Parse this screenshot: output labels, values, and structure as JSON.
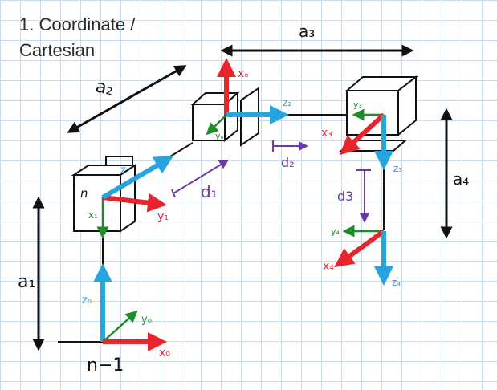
{
  "title": {
    "line1": "1. Coordinate /",
    "line2": "Cartesian"
  },
  "labels": {
    "a1": "a₁",
    "a2": "a₂",
    "a3": "a₃",
    "a4": "a₄",
    "d1": "d₁",
    "d2": "d₂",
    "d3": "d3",
    "n": "n",
    "n_minus_1": "n−1",
    "x0": "x₀",
    "y0": "y₀",
    "z0": "z₀",
    "x1": "x₁",
    "y1": "y₁",
    "z1": "z₁",
    "ye": "yₑ",
    "ze": "z₂",
    "xe": "xₑ",
    "x3": "x₃",
    "y3": "y₃",
    "z3": "z₃",
    "x4": "x₄",
    "y4": "y₄",
    "z4": "z₄"
  },
  "colors": {
    "x_axis": "#e8242c",
    "y_axis": "#1e8c2a",
    "z_axis": "#27a3dd",
    "offset": "#6a3aa8",
    "ink": "#111111",
    "grid": "#c9dcec"
  }
}
